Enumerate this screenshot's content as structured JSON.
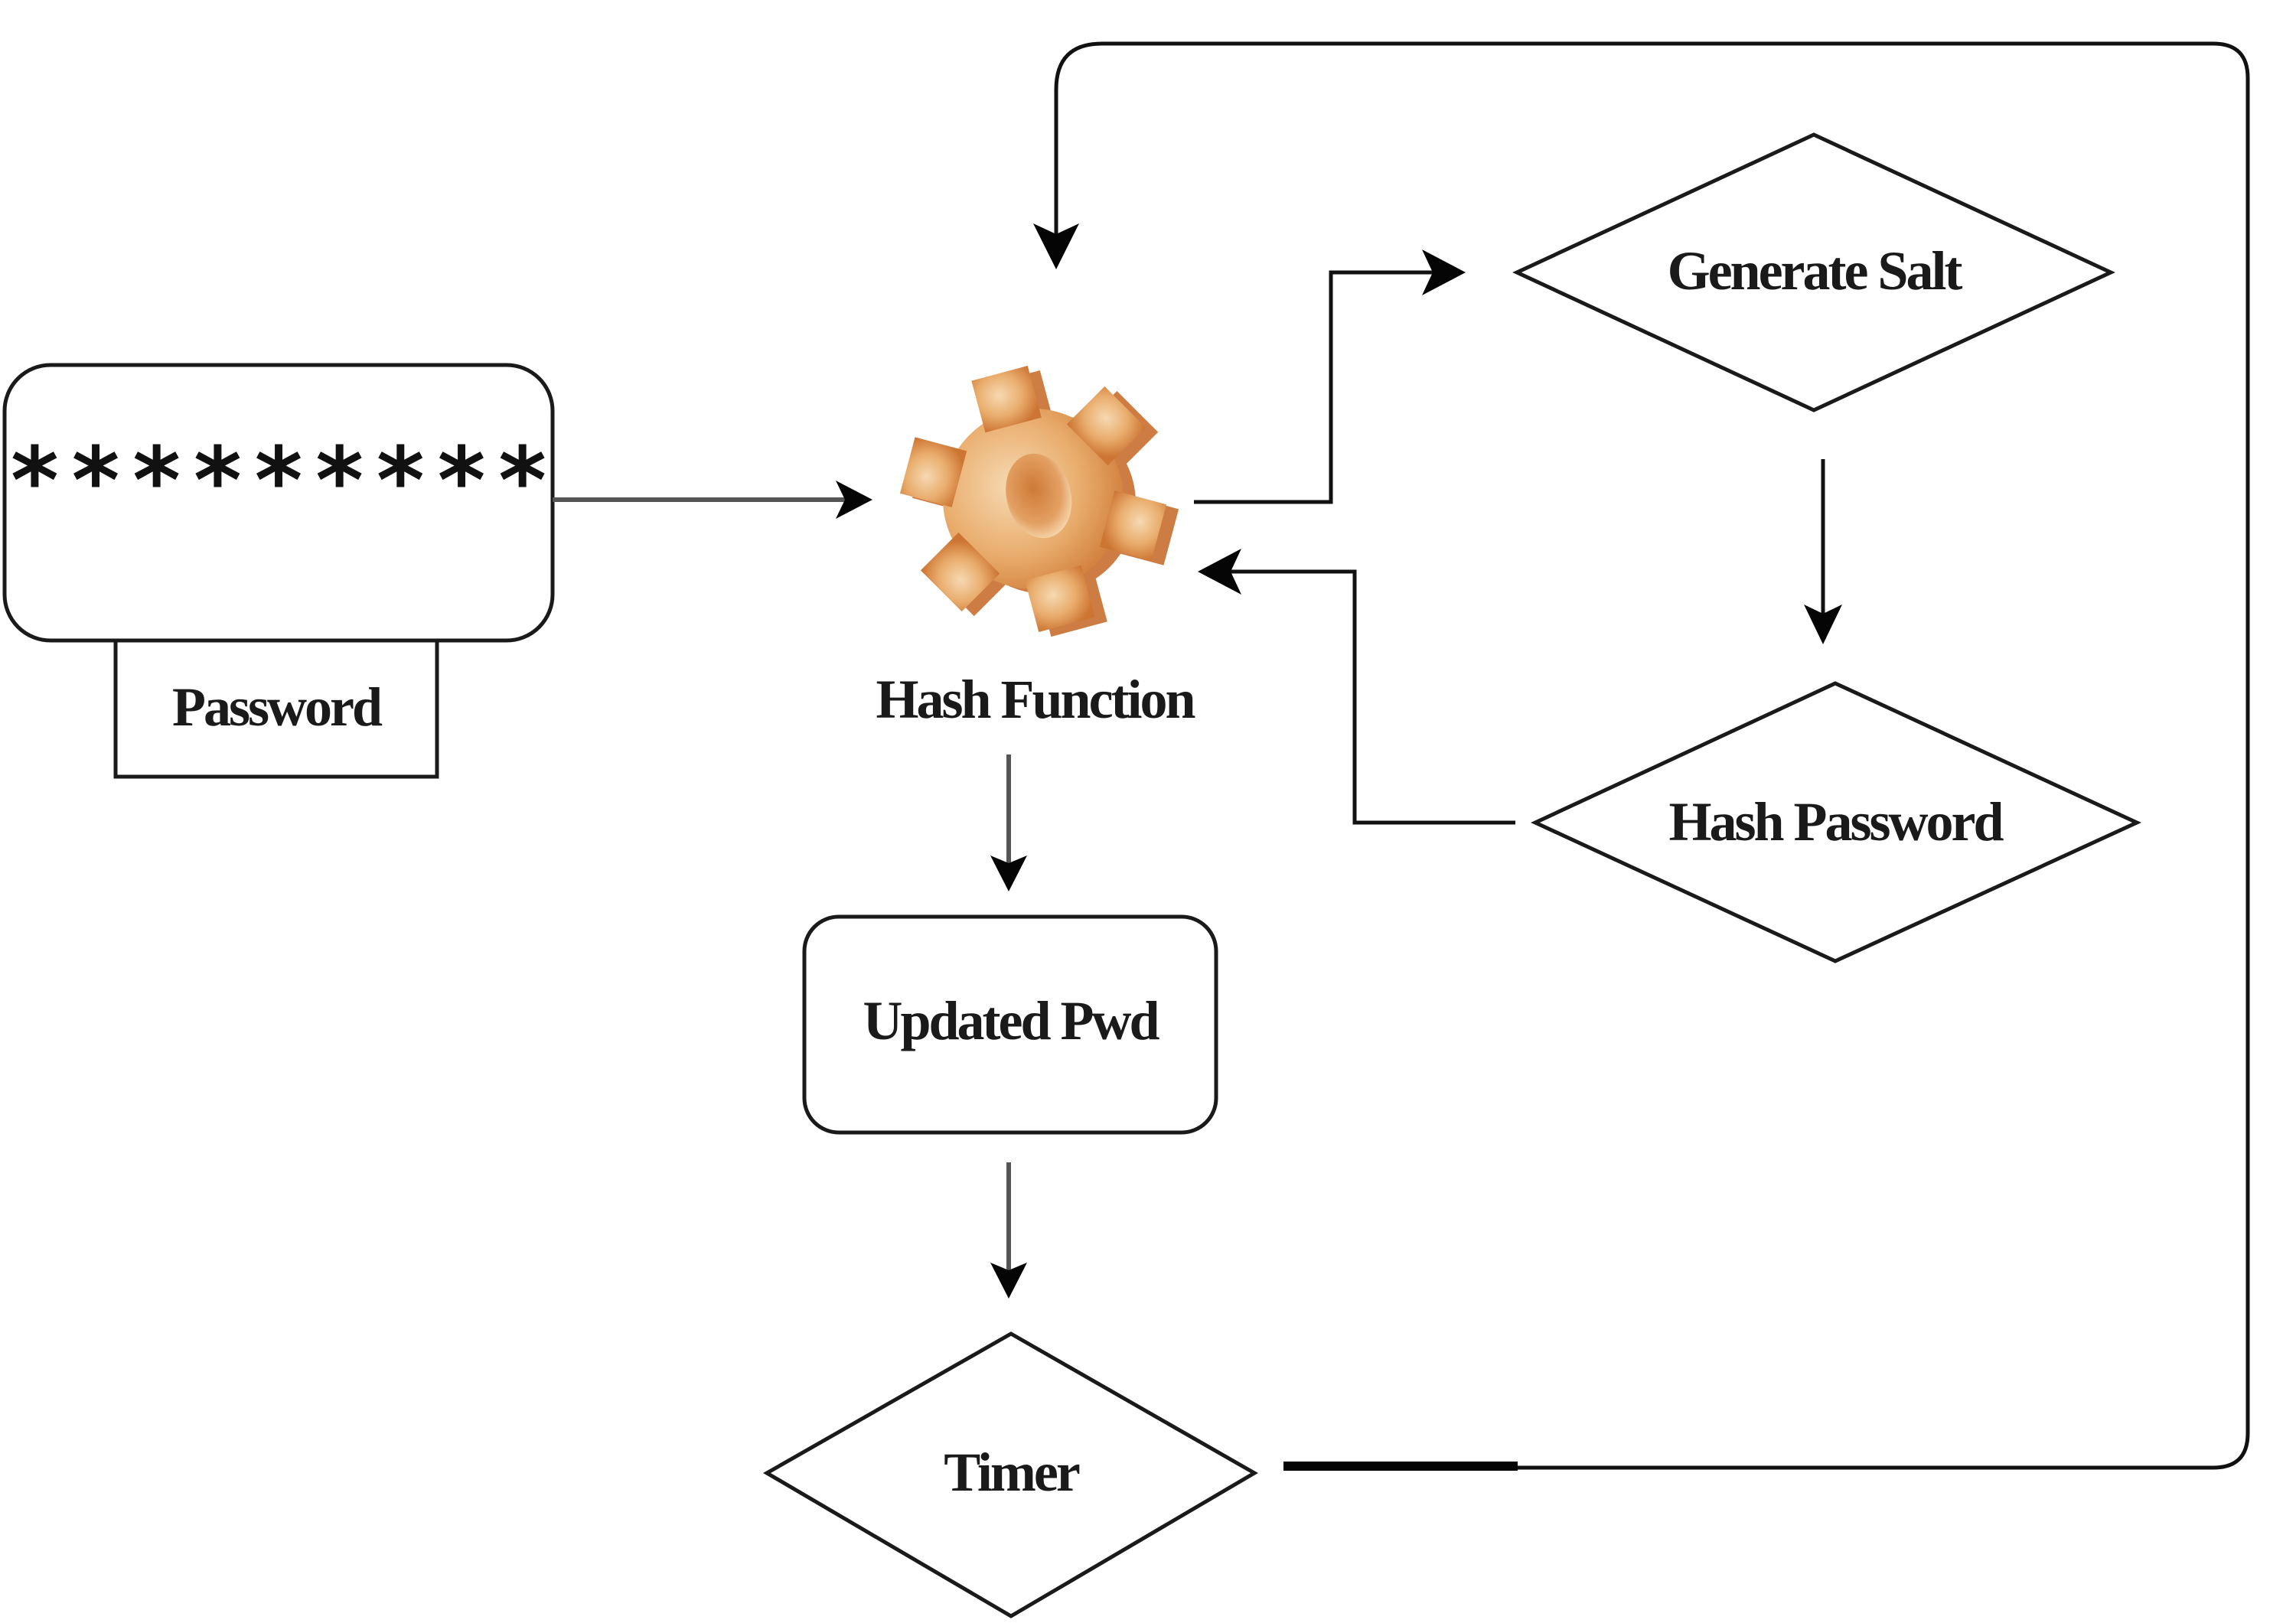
{
  "diagram": {
    "title": "Password hashing flow",
    "nodes": {
      "password_field": {
        "masked_value": "*********",
        "label": "Password"
      },
      "hash_function": {
        "label": "Hash Function",
        "icon": "gear-icon"
      },
      "generate_salt": {
        "label": "Generate Salt",
        "shape": "diamond"
      },
      "hash_password": {
        "label": "Hash Password",
        "shape": "diamond"
      },
      "updated_pwd": {
        "label": "Updated Pwd",
        "shape": "rounded-rectangle"
      },
      "timer": {
        "label": "Timer",
        "shape": "diamond"
      }
    },
    "edges": [
      {
        "from": "Password",
        "to": "Hash Function"
      },
      {
        "from": "Hash Function",
        "to": "Generate Salt"
      },
      {
        "from": "Generate Salt",
        "to": "Hash Password"
      },
      {
        "from": "Hash Password",
        "to": "Hash Function"
      },
      {
        "from": "Hash Function",
        "to": "Updated Pwd"
      },
      {
        "from": "Updated Pwd",
        "to": "Timer"
      },
      {
        "from": "Timer",
        "to": "Hash Function"
      }
    ],
    "colors": {
      "gear_light": "#f2c591",
      "gear_mid": "#e6a462",
      "gear_dark": "#cf7a36",
      "stroke": "#1a1a1a"
    }
  }
}
